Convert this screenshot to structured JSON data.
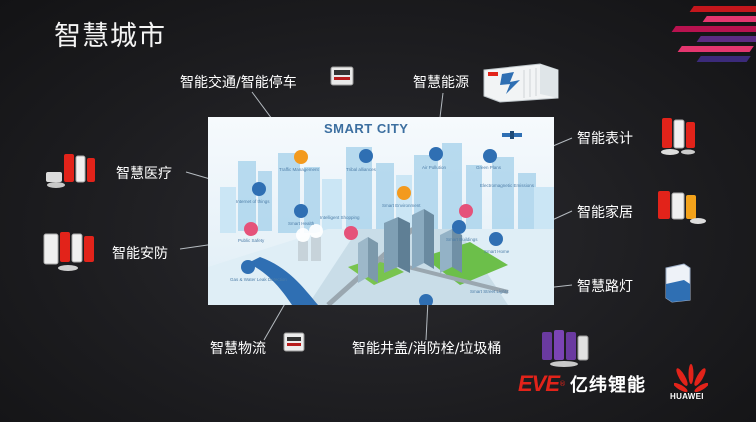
{
  "page": {
    "title": "智慧城市"
  },
  "image": {
    "title": "SMART CITY",
    "icon_labels": [
      "Traffic Management",
      "Tribal alliances",
      "Air Pollution",
      "Green Plans",
      "Internet of things",
      "Smart Health",
      "Smart Environment",
      "Electromagnetic Emissions",
      "Intelligent Shopping",
      "Smart Buildings",
      "Public Safety",
      "Smart Home",
      "Gas & Water Leak Detection",
      "Smart Street Lights"
    ]
  },
  "labels": {
    "traffic": "智能交通/智能停车",
    "energy": "智慧能源",
    "meter": "智能表计",
    "medical": "智慧医疗",
    "home": "智能家居",
    "security": "智能安防",
    "streetlight": "智慧路灯",
    "logistics": "智慧物流",
    "manhole": "智能井盖/消防栓/垃圾桶"
  },
  "brand": {
    "eve": "EVE",
    "eve_mark": "®",
    "cn_name": "亿纬锂能",
    "partner": "HUAWEI"
  },
  "colors": {
    "accent": "#e2231a",
    "stripe_red": "#c4161c",
    "stripe_pink": "#e4366f",
    "stripe_purple": "#5b2c83",
    "city_blue": "#3c6fa0"
  }
}
